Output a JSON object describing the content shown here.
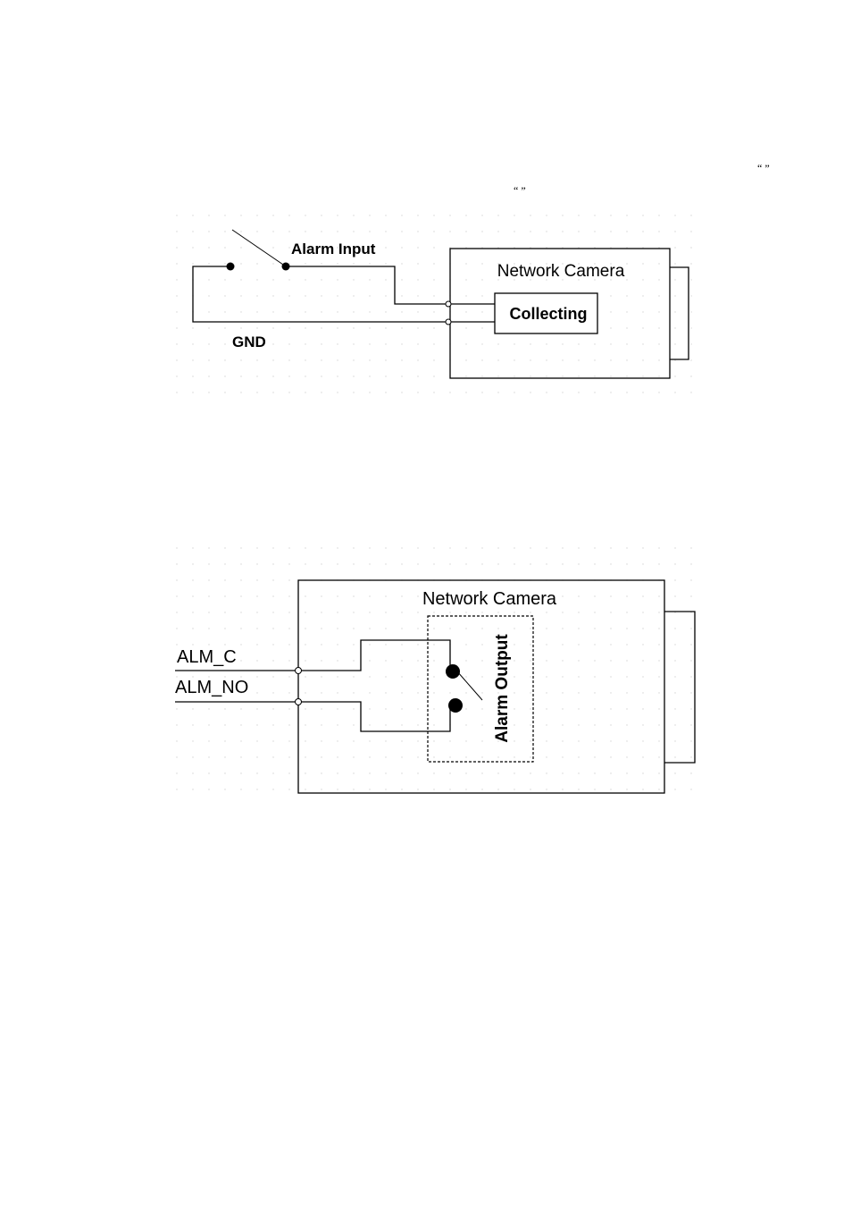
{
  "page": {
    "quote_marks_top": "“ ”",
    "quote_marks_bottom": "“ ”"
  },
  "alarm_input_diagram": {
    "switch_label": "Alarm Input",
    "ground_label": "GND",
    "camera_label": "Network Camera",
    "module_label": "Collecting"
  },
  "alarm_output_diagram": {
    "camera_label": "Network Camera",
    "module_label": "Alarm Output",
    "terminal_common_label": "ALM_C",
    "terminal_no_label": "ALM_NO"
  }
}
